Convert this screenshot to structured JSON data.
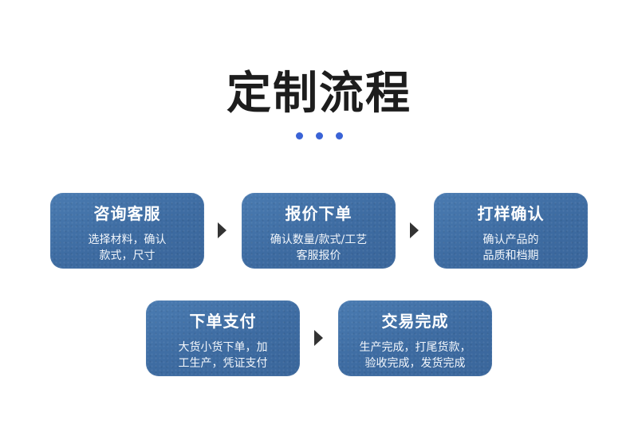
{
  "title": "定制流程",
  "colors": {
    "accent_dots": "#3a63d6",
    "card_blue": "#3f6ea4",
    "arrow": "#333333"
  },
  "steps": [
    {
      "title": "咨询客服",
      "desc_line1": "选择材料，确认",
      "desc_line2": "款式，尺寸"
    },
    {
      "title": "报价下单",
      "desc_line1": "确认数量/款式/工艺",
      "desc_line2": "客服报价"
    },
    {
      "title": "打样确认",
      "desc_line1": "确认产品的",
      "desc_line2": "品质和档期"
    },
    {
      "title": "下单支付",
      "desc_line1": "大货小货下单，加",
      "desc_line2": "工生产，凭证支付"
    },
    {
      "title": "交易完成",
      "desc_line1": "生产完成，打尾货款，",
      "desc_line2": "验收完成，发货完成"
    }
  ]
}
